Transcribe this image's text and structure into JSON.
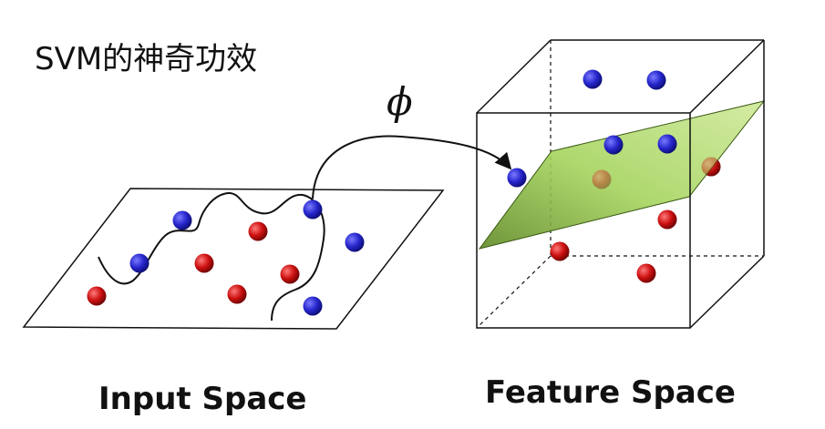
{
  "title": "SVM的神奇功效",
  "mapping_symbol": "ϕ",
  "input_space_label": "Input Space",
  "feature_space_label": "Feature Space",
  "colors": {
    "blue_point": "#2a2ad0",
    "red_point": "#cc1010",
    "plane_fill": "#9bcc54",
    "outline": "#111111"
  }
}
